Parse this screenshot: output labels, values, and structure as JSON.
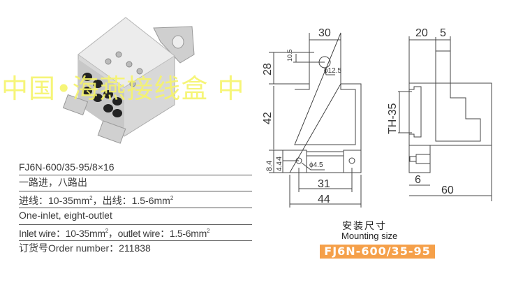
{
  "watermark": "中国•海燕接线盒 中",
  "specs": {
    "model": "FJ6N-600/35-95/8×16",
    "desc_cn": "一路进，八路出",
    "wire_cn_a": "进线：10-35mm",
    "wire_cn_b": "，出线：1.5-6mm",
    "desc_en": "One-inlet, eight-outlet",
    "wire_en_a": "Inlet wire：10-35mm",
    "wire_en_b": "，outlet wire：1.5-6mm",
    "sup": "2",
    "order": "订货号Order number：211838"
  },
  "dims": {
    "d30": "30",
    "d28": "28",
    "d10_5": "10.5",
    "d12_5": "ϕ12.5",
    "d42": "42",
    "d8_4": "8.4",
    "d4": "4",
    "d4_4": "4.4",
    "d4_5": "ϕ4.5",
    "d31": "31",
    "d44": "44",
    "d20": "20",
    "d5": "5",
    "th35": "TH-35",
    "d6": "6",
    "d60": "60"
  },
  "caption": {
    "cn": "安装尺寸",
    "en": "Mounting size",
    "model": "FJ6N-600/35-95"
  }
}
